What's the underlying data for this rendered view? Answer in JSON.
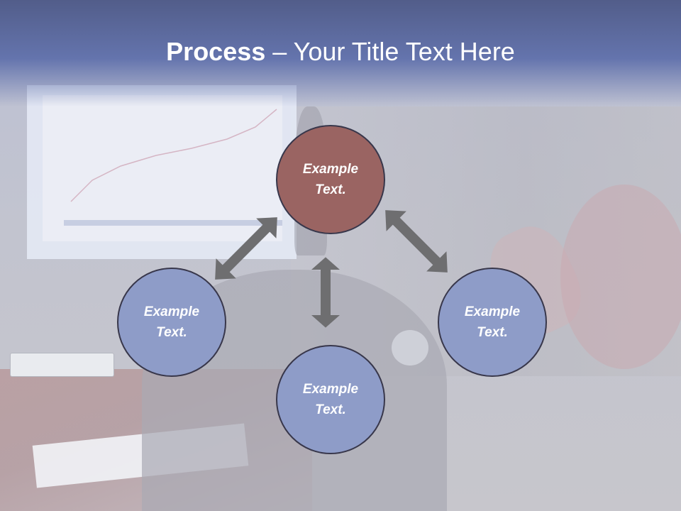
{
  "slide": {
    "title_bold": "Process",
    "title_rest": " – Your Title Text Here"
  },
  "diagram": {
    "nodes": {
      "top": "Example\nText.",
      "left": "Example\nText.",
      "bottom": "Example\nText.",
      "right": "Example\nText."
    },
    "colors": {
      "center_fill": "#9a6462",
      "outer_fill": "#8e9cc8",
      "border": "#38374b",
      "arrow": "#6e6e70"
    }
  }
}
